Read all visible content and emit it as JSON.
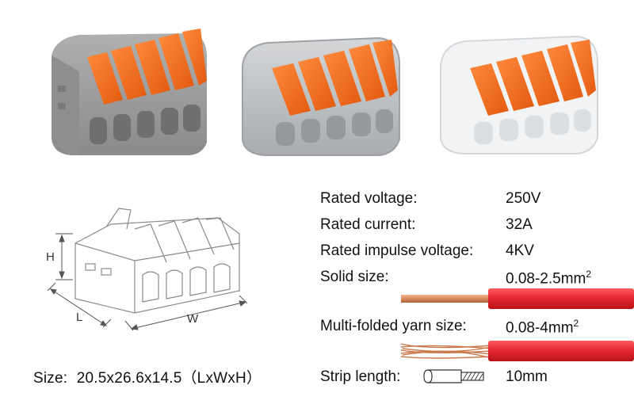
{
  "products": [
    {
      "name": "grey-connector",
      "housing_color": "#9a9a9a",
      "lever_color": "#f26b1d"
    },
    {
      "name": "smoke-transparent-connector",
      "housing_color": "#b9bcbf",
      "lever_color": "#f26b1d"
    },
    {
      "name": "clear-transparent-connector",
      "housing_color": "#eef0f2",
      "lever_color": "#f26b1d"
    }
  ],
  "diagram": {
    "label_h": "H",
    "label_l": "L",
    "label_w": "W"
  },
  "size": {
    "label": "Size:",
    "value": "20.5x26.6x14.5（LxWxH）"
  },
  "specs": [
    {
      "label": "Rated voltage:",
      "value": "250V"
    },
    {
      "label": "Rated current:",
      "value": "32A"
    },
    {
      "label": "Rated impulse voltage:",
      "value": "4KV"
    },
    {
      "label": "Solid size:",
      "value": "0.08-2.5mm",
      "sup": "2"
    },
    {
      "label": "Multi-folded yarn size:",
      "value": "0.08-4mm",
      "sup": "2"
    },
    {
      "label": "Strip length:",
      "value": "10mm"
    }
  ],
  "colors": {
    "wire_insulation": "#e3262e",
    "copper": "#d98a5c",
    "lever_orange": "#f26b1d"
  }
}
